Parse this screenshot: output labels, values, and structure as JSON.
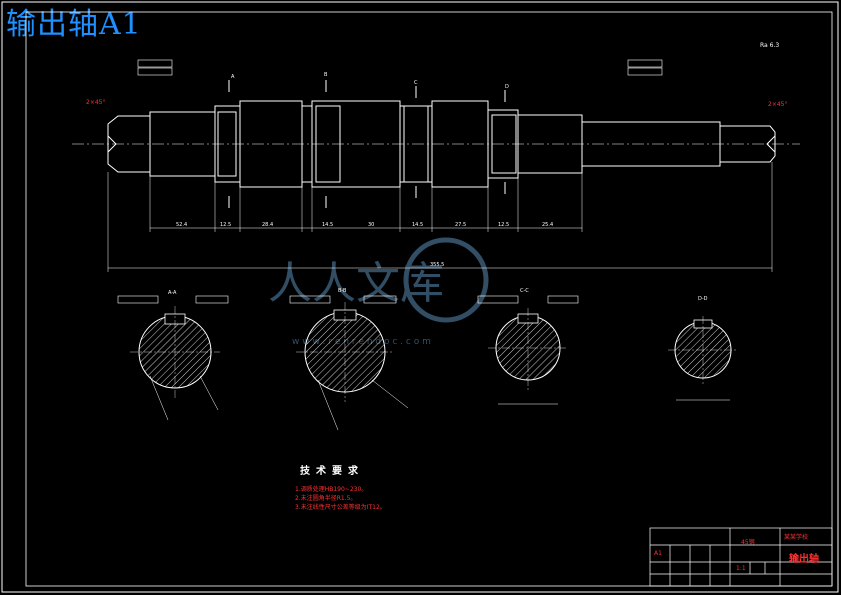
{
  "title": "输出轴A1",
  "roughness_note": "Ra 6.3",
  "section_letters": [
    "A",
    "B",
    "C",
    "D"
  ],
  "section_labels": [
    "A-A",
    "B-B",
    "C-C",
    "D-D"
  ],
  "chamfer_left": "2×45°",
  "chamfer_right": "2×45°",
  "dimensions": {
    "total_length": "355.5",
    "segments": [
      "52.4",
      "12.5",
      "28.4",
      "14.5",
      "30",
      "14.5",
      "27.5",
      "12.5",
      "25.4"
    ]
  },
  "technical_requirements": {
    "heading": "技术要求",
    "items": [
      "1.调质处理HB190~230。",
      "2.未注圆角半径R1.5。",
      "3.未注线性尺寸公差等级为IT12。"
    ]
  },
  "title_block": {
    "part_name": "输出轴",
    "material": "45钢",
    "school": "某某学校",
    "drawing_no": "A1",
    "scale": "1:1"
  },
  "watermark": {
    "text": "人人文库",
    "url": "w w w . r e n r e n d o c . c o m"
  },
  "colors": {
    "background": "#000000",
    "lines": "#ffffff",
    "title": "#1e90ff",
    "annotation": "#ff3030",
    "centerline": "#ffffff",
    "watermark": "#5b8fb8"
  }
}
